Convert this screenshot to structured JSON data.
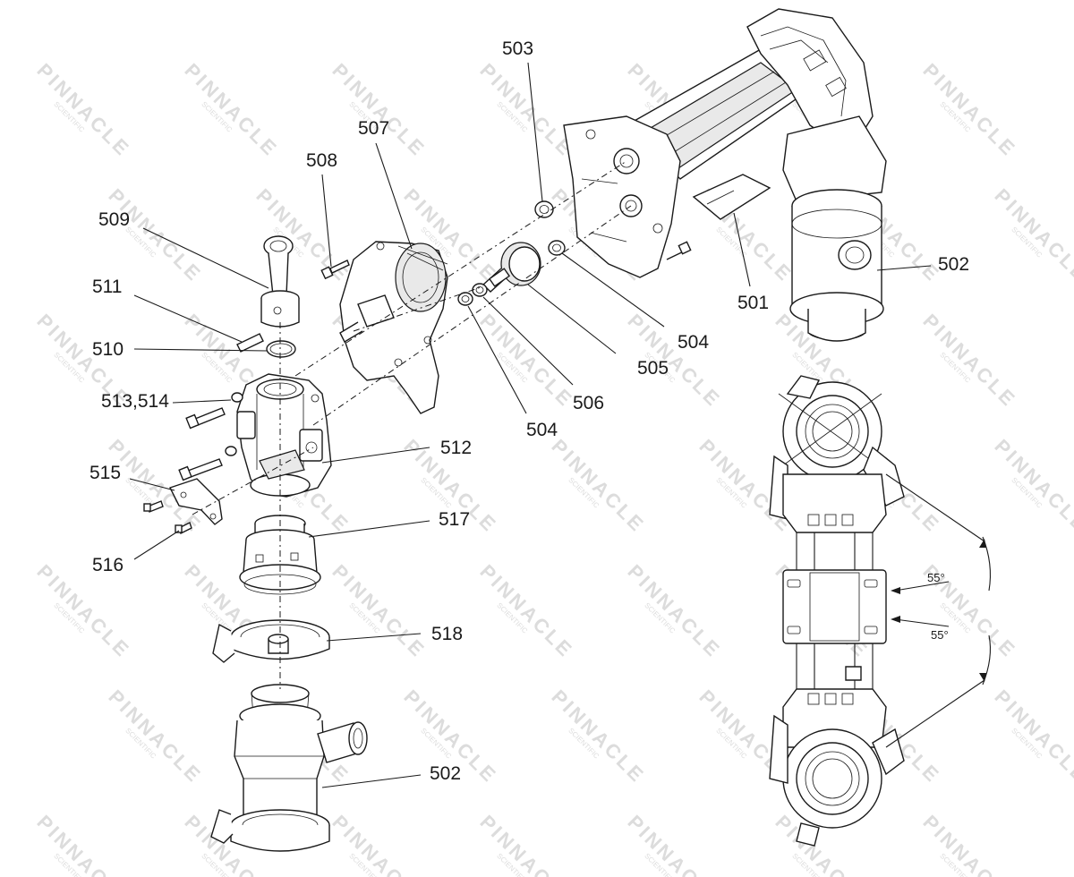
{
  "watermark": {
    "text": "PINNACLE",
    "subtext": "SCIENTIFIC"
  },
  "callouts": [
    {
      "id": "503",
      "text": "503"
    },
    {
      "id": "507",
      "text": "507"
    },
    {
      "id": "508",
      "text": "508"
    },
    {
      "id": "509",
      "text": "509"
    },
    {
      "id": "511",
      "text": "511"
    },
    {
      "id": "510",
      "text": "510"
    },
    {
      "id": "513-514",
      "text": "513,514"
    },
    {
      "id": "512",
      "text": "512"
    },
    {
      "id": "515",
      "text": "515"
    },
    {
      "id": "516",
      "text": "516"
    },
    {
      "id": "517",
      "text": "517"
    },
    {
      "id": "518",
      "text": "518"
    },
    {
      "id": "502-lower",
      "text": "502"
    },
    {
      "id": "502-upper",
      "text": "502"
    },
    {
      "id": "501",
      "text": "501"
    },
    {
      "id": "504-right",
      "text": "504"
    },
    {
      "id": "505",
      "text": "505"
    },
    {
      "id": "506",
      "text": "506"
    },
    {
      "id": "504-left",
      "text": "504"
    }
  ],
  "angles": [
    {
      "id": "angle-top",
      "text": "55°"
    },
    {
      "id": "angle-bottom",
      "text": "55°"
    }
  ]
}
